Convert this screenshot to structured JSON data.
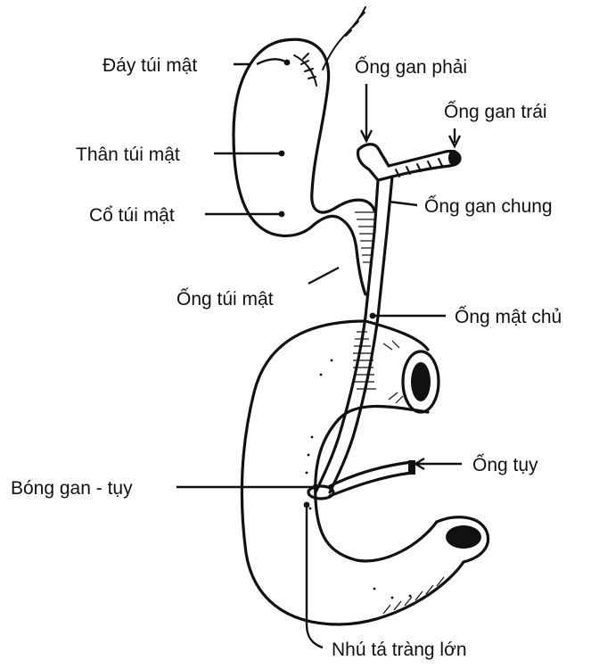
{
  "labels": {
    "day_tui_mat": "Đáy túi mật",
    "than_tui_mat": "Thân túi mật",
    "co_tui_mat": "Cổ túi mật",
    "ong_tui_mat": "Ống túi mật",
    "ong_gan_phai": "Ống gan phải",
    "ong_gan_trai": "Ống gan trái",
    "ong_gan_chung": "Ống gan chung",
    "ong_mat_chu": "Ống mật chủ",
    "ong_tuy": "Ống tụy",
    "bong_gan_tuy": "Bóng gan - tụy",
    "nhu_ta_trang_lon": "Nhú tá tràng lớn"
  }
}
